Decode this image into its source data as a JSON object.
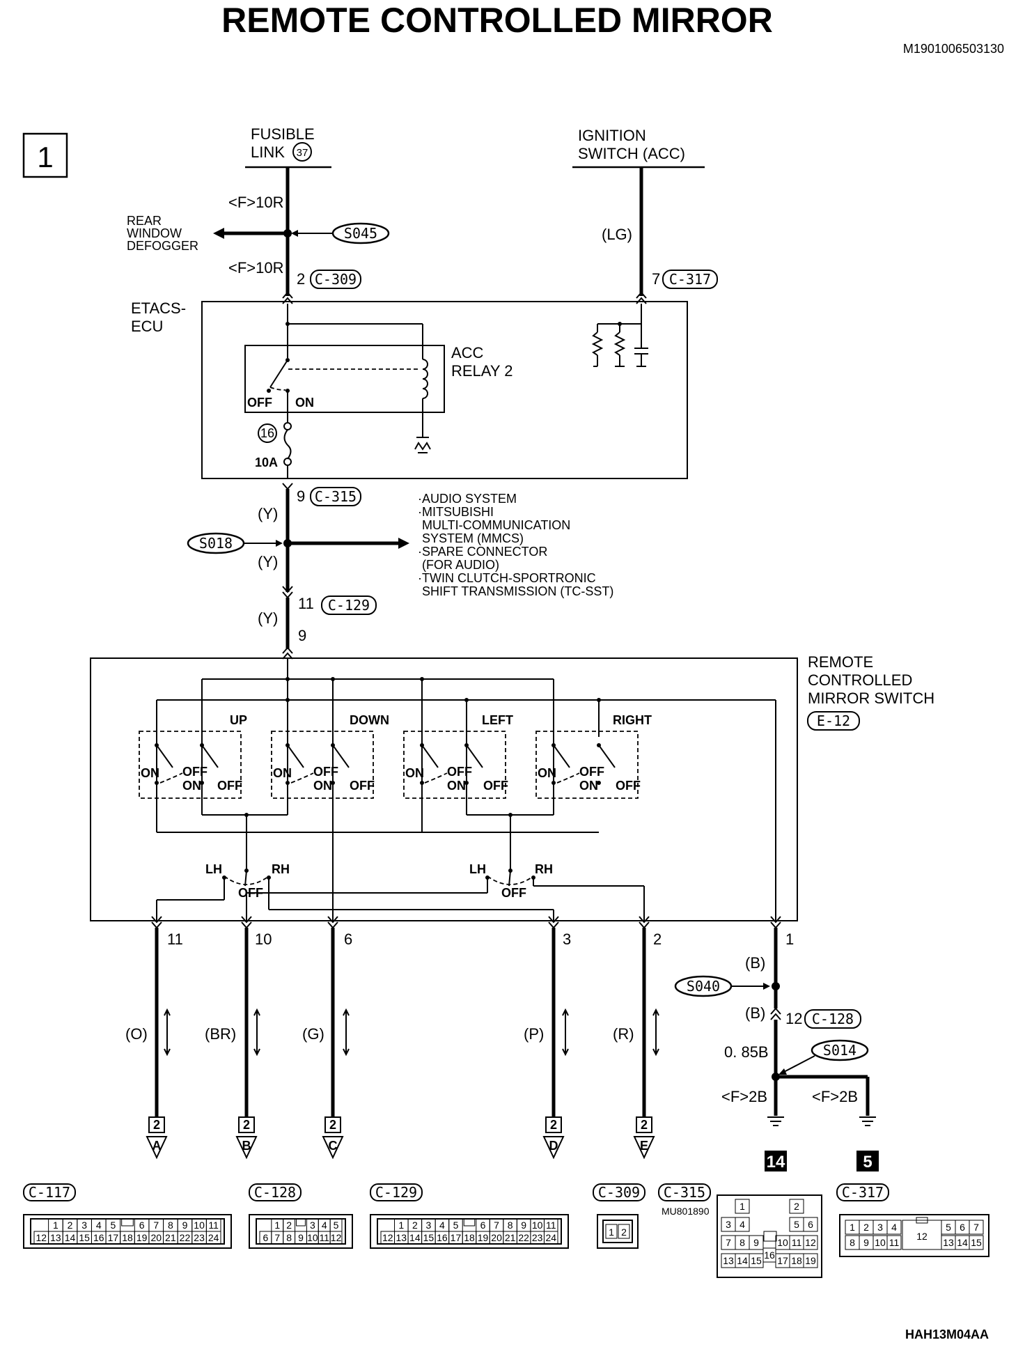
{
  "title": "REMOTE CONTROLLED MIRROR",
  "doc_id": "M1901006503130",
  "figure_id": "HAH13M04AA",
  "page_number": "1",
  "sources": {
    "fusible_link": {
      "line1": "FUSIBLE",
      "line2": "LINK",
      "number": "37"
    },
    "ignition": {
      "line1": "IGNITION",
      "line2": "SWITCH (ACC)"
    }
  },
  "rear_defogger": [
    "REAR",
    "WINDOW",
    "DEFOGGER"
  ],
  "labels": {
    "f10r_a": "<F>10R",
    "f10r_b": "<F>10R",
    "lg": "(LG)",
    "etacs": [
      "ETACS-",
      "ECU"
    ],
    "acc_relay": [
      "ACC",
      "RELAY 2"
    ],
    "relay_off": "OFF",
    "relay_on": "ON",
    "fuse_no": "16",
    "fuse_amp": "10A",
    "y1": "(Y)",
    "y2": "(Y)",
    "y3": "(Y)",
    "pin_c309": "2",
    "pin_c317": "7",
    "pin_c315": "9",
    "pin_c129": "11",
    "pin_switch9": "9",
    "b1": "(B)",
    "b2": "(B)",
    "pin_c128": "12",
    "wire_085b": "0. 85B",
    "f2b_a": "<F>2B",
    "f2b_b": "<F>2B",
    "ground_a": "14",
    "ground_b": "5"
  },
  "splices": {
    "s045": "S045",
    "s018": "S018",
    "s040": "S040",
    "s014": "S014"
  },
  "connector_tags": {
    "c309": "C-309",
    "c317": "C-317",
    "c315": "C-315",
    "c129": "C-129",
    "c128": "C-128",
    "e12": "E-12"
  },
  "audio_list": [
    "·AUDIO SYSTEM",
    "·MITSUBISHI",
    "MULTI-COMMUNICATION",
    "SYSTEM (MMCS)",
    "·SPARE CONNECTOR",
    "(FOR AUDIO)",
    "·TWIN CLUTCH-SPORTRONIC",
    "SHIFT TRANSMISSION (TC-SST)"
  ],
  "mirror_switch": {
    "label": [
      "REMOTE",
      "CONTROLLED",
      "MIRROR SWITCH"
    ]
  },
  "switches": [
    {
      "name": "UP",
      "on": "ON",
      "off": "OFF",
      "on2": "ON",
      "off2": "OFF"
    },
    {
      "name": "DOWN",
      "on": "ON",
      "off": "OFF",
      "on2": "ON",
      "off2": "OFF"
    },
    {
      "name": "LEFT",
      "on": "ON",
      "off": "OFF",
      "on2": "ON",
      "off2": "OFF"
    },
    {
      "name": "RIGHT",
      "on": "ON",
      "off": "OFF",
      "on2": "ON",
      "off2": "OFF"
    }
  ],
  "selectors": [
    {
      "lh": "LH",
      "rh": "RH",
      "off": "OFF"
    },
    {
      "lh": "LH",
      "rh": "RH",
      "off": "OFF"
    }
  ],
  "outputs": [
    {
      "pin": "11",
      "wire": "(O)",
      "conn": "2",
      "letter": "A"
    },
    {
      "pin": "10",
      "wire": "(BR)",
      "conn": "2",
      "letter": "B"
    },
    {
      "pin": "6",
      "wire": "(G)",
      "conn": "2",
      "letter": "C"
    },
    {
      "pin": "3",
      "wire": "(P)",
      "conn": "2",
      "letter": "D"
    },
    {
      "pin": "2",
      "wire": "(R)",
      "conn": "2",
      "letter": "E"
    },
    {
      "pin": "1"
    }
  ],
  "connectors": {
    "c117": {
      "name": "C-117",
      "top": [
        "1",
        "2",
        "3",
        "4",
        "5",
        "6",
        "7",
        "8",
        "9",
        "10",
        "11"
      ],
      "bottom": [
        "12",
        "13",
        "14",
        "15",
        "16",
        "17",
        "18",
        "19",
        "20",
        "21",
        "22",
        "23",
        "24"
      ]
    },
    "c128": {
      "name": "C-128",
      "top": [
        "1",
        "2",
        "3",
        "4",
        "5"
      ],
      "bottom": [
        "6",
        "7",
        "8",
        "9",
        "10",
        "11",
        "12"
      ]
    },
    "c129": {
      "name": "C-129",
      "top": [
        "1",
        "2",
        "3",
        "4",
        "5",
        "6",
        "7",
        "8",
        "9",
        "10",
        "11"
      ],
      "bottom": [
        "12",
        "13",
        "14",
        "15",
        "16",
        "17",
        "18",
        "19",
        "20",
        "21",
        "22",
        "23",
        "24"
      ]
    },
    "c309": {
      "name": "C-309",
      "pins": [
        "1",
        "2"
      ]
    },
    "c315": {
      "name": "C-315",
      "code": "MU801890",
      "pins": [
        "1",
        "2",
        "3",
        "4",
        "5",
        "6",
        "7",
        "8",
        "9",
        "10",
        "11",
        "12",
        "13",
        "14",
        "15",
        "16",
        "17",
        "18",
        "19"
      ]
    },
    "c317": {
      "name": "C-317",
      "top": [
        "1",
        "2",
        "3",
        "4",
        "5",
        "6",
        "7"
      ],
      "mid": "12",
      "bottom": [
        "8",
        "9",
        "10",
        "11",
        "13",
        "14",
        "15"
      ]
    }
  }
}
